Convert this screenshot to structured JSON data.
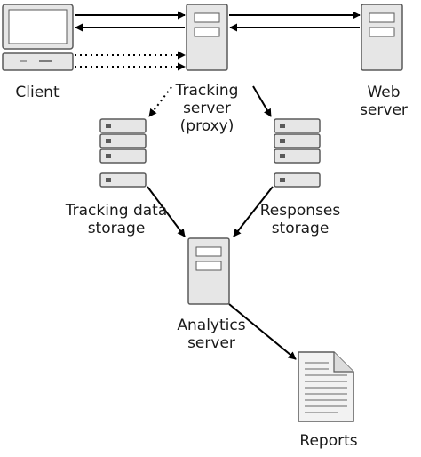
{
  "diagram": {
    "nodes": {
      "client": {
        "label": "Client"
      },
      "tracking_server": {
        "label_lines": [
          "Tracking",
          "server",
          "(proxy)"
        ]
      },
      "web_server": {
        "label_lines": [
          "Web",
          "server"
        ]
      },
      "tracking_storage": {
        "label_lines": [
          "Tracking data",
          "storage"
        ]
      },
      "responses_storage": {
        "label_lines": [
          "Responses",
          "storage"
        ]
      },
      "analytics_server": {
        "label_lines": [
          "Analytics",
          "server"
        ]
      },
      "reports": {
        "label": "Reports"
      }
    },
    "edges": [
      {
        "from": "client",
        "to": "tracking_server",
        "style": "solid"
      },
      {
        "from": "tracking_server",
        "to": "client",
        "style": "solid"
      },
      {
        "from": "tracking_server",
        "to": "web_server",
        "style": "solid"
      },
      {
        "from": "web_server",
        "to": "tracking_server",
        "style": "solid"
      },
      {
        "from": "client",
        "to": "tracking_server",
        "style": "dotted"
      },
      {
        "from": "client",
        "to": "tracking_server",
        "style": "dotted"
      },
      {
        "from": "tracking_server",
        "to": "tracking_storage",
        "style": "dotted"
      },
      {
        "from": "tracking_server",
        "to": "responses_storage",
        "style": "solid"
      },
      {
        "from": "tracking_storage",
        "to": "analytics_server",
        "style": "solid"
      },
      {
        "from": "responses_storage",
        "to": "analytics_server",
        "style": "solid"
      },
      {
        "from": "analytics_server",
        "to": "reports",
        "style": "solid"
      }
    ],
    "colors": {
      "line": "#000000",
      "device_fill": "#e6e6e6",
      "device_stroke": "#5a5a5a",
      "screen_fill": "#ffffff"
    }
  }
}
